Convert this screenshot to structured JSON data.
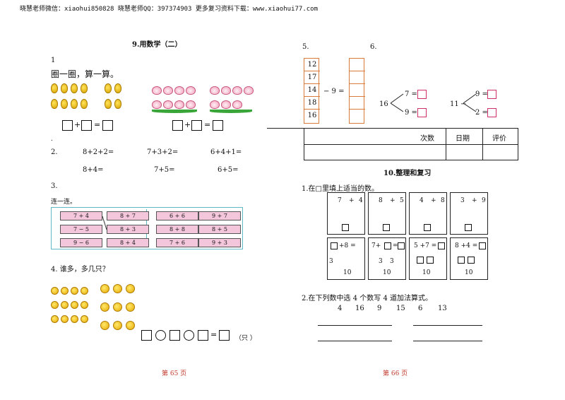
{
  "header": "晓慧老师微信：xiaohui850828 晓慧老师QQ：397374903 更多复习资料下载：www.xiaohui77.com",
  "left": {
    "title": "9.用数学（二）",
    "q1_num": "1",
    "q1_instr": "圈一圈，算一算。",
    "q1_dot": ".",
    "q2_num": "2.",
    "q2_exprs": [
      "8+2+2=",
      "7+3+2=",
      "6+4+1=",
      "8+4=",
      "7+5=",
      "6+5="
    ],
    "q3_num": "3.",
    "q3_instr": "连一连。",
    "q3_left_a": [
      "7 + 4",
      "7 − 5",
      "9 − 6"
    ],
    "q3_left_b": [
      "8 + 7",
      "8 + 3",
      "8 + 4"
    ],
    "q3_right_a": [
      "6 + 6",
      "8 + 8",
      "7 + 6"
    ],
    "q3_right_b": [
      "9 + 7",
      "8 + 5",
      "9 + 3"
    ],
    "q4_title": "4. 谁多，多几只？",
    "q4_unit": "（只 ）",
    "footer": "第 65 页"
  },
  "right": {
    "q5_num": "5.",
    "q6_num": "6.",
    "q5_numbers": [
      "12",
      "17",
      "14",
      "18",
      "16"
    ],
    "q5_op": "− 9 =",
    "q6_a": {
      "start": "16",
      "top": "7 =",
      "bottom": "9 ="
    },
    "q6_b": {
      "start": "11",
      "top": "9 =",
      "bottom": "2 ="
    },
    "table_headers": [
      "次数",
      "日期",
      "评价"
    ],
    "title": "10.整理和复习",
    "s1_instr": "1.在□里填上适当的数。",
    "s1_top": [
      {
        "a": "7",
        "op": "+",
        "b": "4"
      },
      {
        "a": "8",
        "op": "+",
        "b": "5"
      },
      {
        "a": "4",
        "op": "+",
        "b": "8"
      },
      {
        "a": "3",
        "op": "+",
        "b": "9"
      }
    ],
    "s1_bottom": [
      {
        "left": "+8 =",
        "n1": "3",
        "n2": "10"
      },
      {
        "left": "7+",
        "n1": "3",
        "n2": "3",
        "n3": "10"
      },
      {
        "left": "5 +7 =",
        "n2": "10"
      },
      {
        "left": "8 +4 =",
        "n2": "10"
      }
    ],
    "s2_instr": "2.在下列数中选 4 个数写 4 道加法算式。",
    "s2_numbers": [
      "4",
      "16",
      "9",
      "15",
      "6",
      "13"
    ],
    "footer": "第 66 页"
  },
  "colors": {
    "pink": "#f4c6dc",
    "teal": "#5fb8c2",
    "orange": "#d97b3a",
    "footer_red": "#c0392b"
  }
}
